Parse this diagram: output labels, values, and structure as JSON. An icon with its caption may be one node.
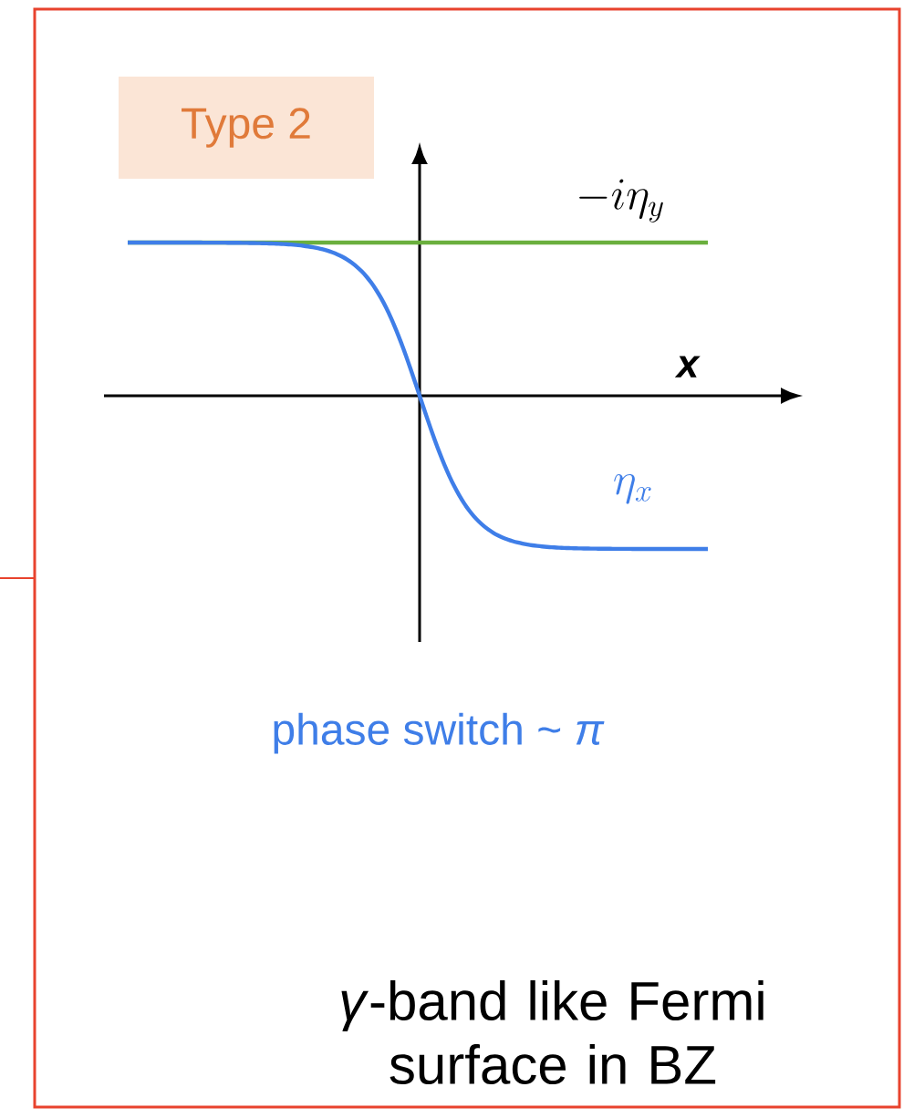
{
  "diagram": {
    "nodes": [
      {
        "text": [
          "Type 2"
        ]
      }
    ],
    "labels": [
      "-i\\eta_y",
      "x",
      "\\eta_x",
      "phase switch ~ *π*",
      "*γ*-band like Fermi surface in BZ"
    ]
  }
}
